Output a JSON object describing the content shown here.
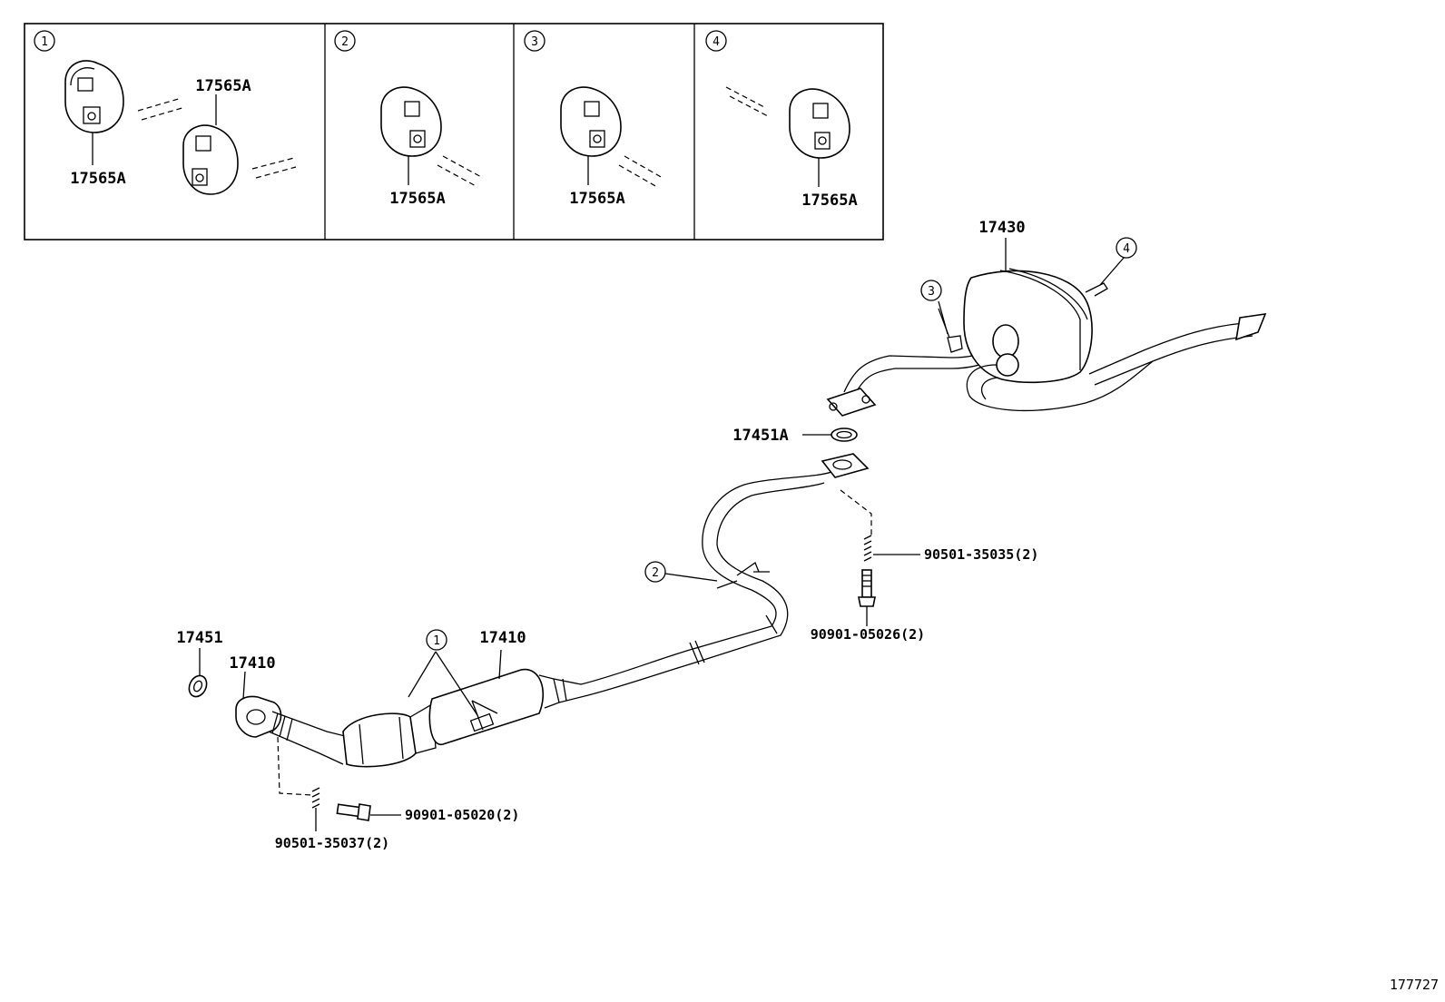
{
  "callouts": {
    "c1": "1",
    "c2": "2",
    "c3": "3",
    "c4": "4"
  },
  "panels": {
    "p1": {
      "num": "1",
      "label_a": "17565A",
      "label_b": "17565A"
    },
    "p2": {
      "num": "2",
      "label": "17565A"
    },
    "p3": {
      "num": "3",
      "label": "17565A"
    },
    "p4": {
      "num": "4",
      "label": "17565A"
    }
  },
  "parts": {
    "muffler": "17430",
    "gasket_a": "17451A",
    "gasket": "17451",
    "front_pipe_left": "17410",
    "front_pipe_center": "17410",
    "spring_upper": "90501-35035(2)",
    "bolt_upper": "90901-05026(2)",
    "bolt_lower": "90901-05020(2)",
    "spring_lower": "90501-35037(2)"
  },
  "diagram_id": "177727"
}
